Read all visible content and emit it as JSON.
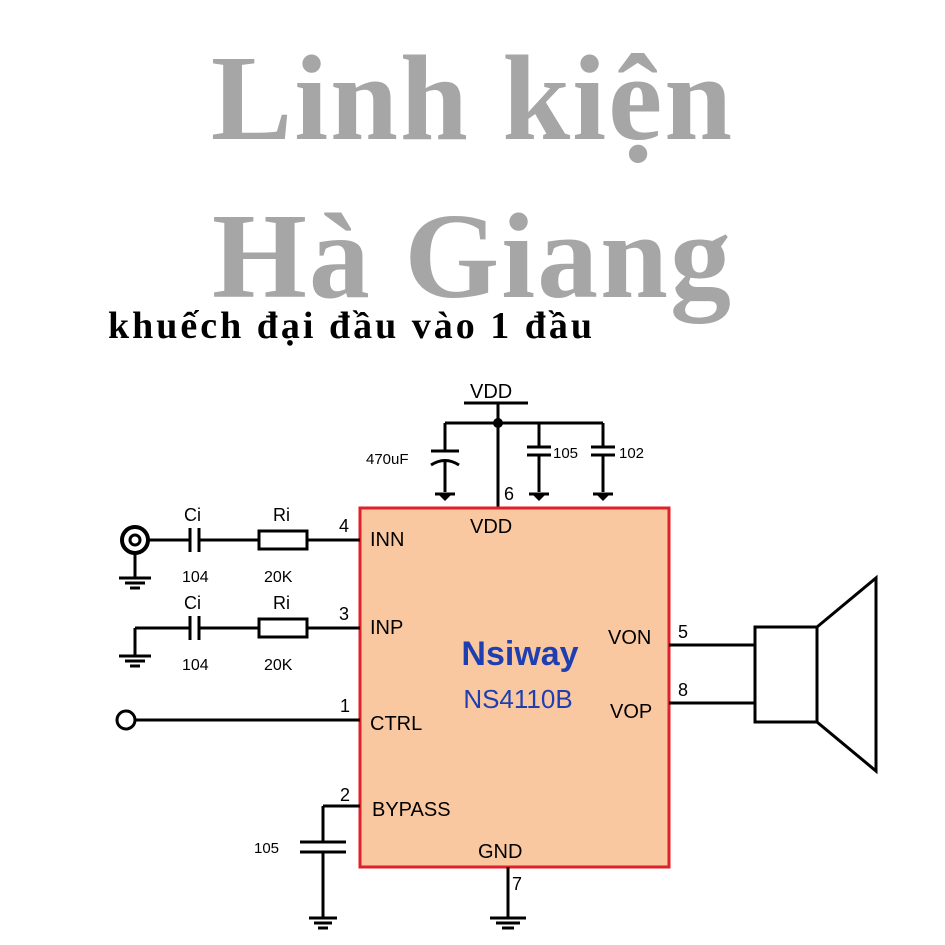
{
  "watermark": {
    "line1": "Linh kiện",
    "line2": "Hà Giang"
  },
  "subtitle": "khuếch đại đầu vào 1 đầu",
  "chip": {
    "brand": "Nsiway",
    "part": "NS4110B",
    "fill": "#fac8a0",
    "border": "#e0202a",
    "brand_color": "#1f3fb0",
    "pins": {
      "inn": {
        "num": "4",
        "name": "INN"
      },
      "inp": {
        "num": "3",
        "name": "INP"
      },
      "ctrl": {
        "num": "1",
        "name": "CTRL"
      },
      "bypass": {
        "num": "2",
        "name": "BYPASS"
      },
      "vdd": {
        "num": "6",
        "name": "VDD"
      },
      "gnd": {
        "num": "7",
        "name": "GND"
      },
      "von": {
        "num": "5",
        "name": "VON"
      },
      "vop": {
        "num": "8",
        "name": "VOP"
      }
    }
  },
  "supply": {
    "rail": "VDD",
    "cap_bulk": "470uF",
    "cap_105": "105",
    "cap_102": "102"
  },
  "input_stage_1": {
    "cap_name": "Ci",
    "cap_value": "104",
    "res_name": "Ri",
    "res_value": "20K"
  },
  "input_stage_2": {
    "cap_name": "Ci",
    "cap_value": "104",
    "res_name": "Ri",
    "res_value": "20K"
  },
  "bypass_cap": "105"
}
